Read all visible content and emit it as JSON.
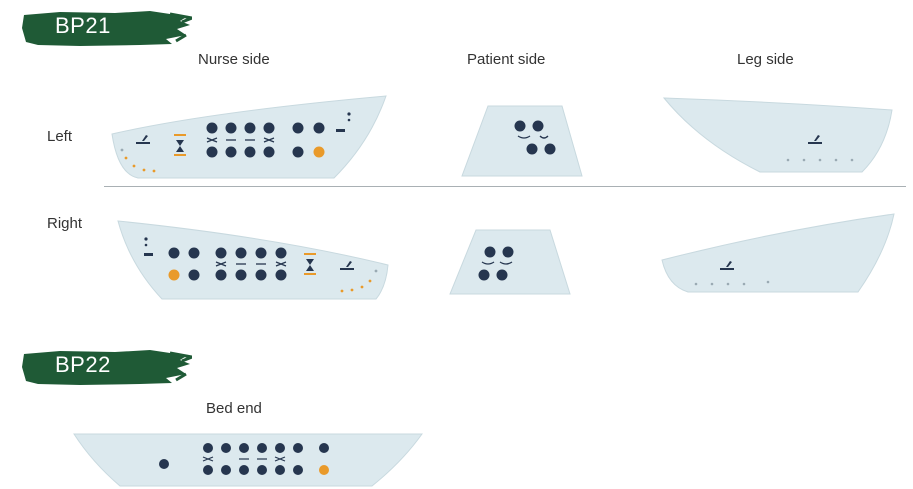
{
  "bp21": {
    "title": "BP21"
  },
  "bp22": {
    "title": "BP22"
  },
  "columns": [
    "Nurse side",
    "Patient side",
    "Leg side"
  ],
  "rows": [
    "Left",
    "Right"
  ],
  "bed_end_label": "Bed end",
  "colors": {
    "badge_green": "#1f5a36",
    "panel_fill": "#dce9ee",
    "panel_stroke": "#c3d5dc",
    "button_dark": "#26364f",
    "accent_orange": "#e99a2a",
    "divider": "#a9b0b4"
  }
}
